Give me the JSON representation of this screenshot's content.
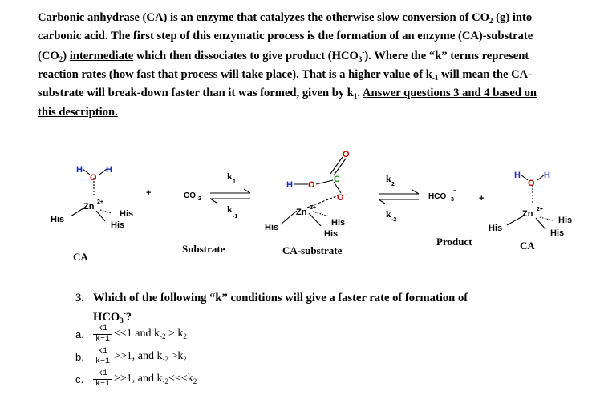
{
  "intro": {
    "t1": "Carbonic anhydrase (CA) is an enzyme that catalyzes the otherwise slow conversion of CO",
    "t1_sub": "2",
    "t2": " (g) into carbonic acid. The first step of this enzymatic process is the formation of an enzyme (CA)-substrate (CO",
    "t2_sub": "2",
    "t3": ") ",
    "t3_ul": "intermediate",
    "t4": " which then dissociates to give product (HCO",
    "t4_sub": "3",
    "t4_sup": "-",
    "t5": "). Where the “k” terms represent reaction rates (how fast that process will take place). That is a higher value of k",
    "t5_sub": "-1",
    "t6": " will mean the CA-substrate will break-down faster than it was formed, given by k",
    "t6_sub": "1",
    "t7": ". ",
    "t7_ul": "Answer questions 3 and 4 based on this description."
  },
  "scheme": {
    "H": "H",
    "O": "O",
    "C": "C",
    "Zn": "Zn",
    "Zn_charge": "2+",
    "His": "His",
    "plus": "+",
    "minus": "-",
    "CO2": "CO",
    "CO2_sub": "2",
    "HCO3": "HCO",
    "HCO3_sub": "3",
    "HCO3_sup": "−",
    "k": "k",
    "k1_sub": "1",
    "km1_sub": "-1",
    "k2_sub": "2",
    "km2_sub": "-2",
    "label_ca": "CA",
    "label_substrate": "Substrate",
    "label_ca_substrate": "CA-substrate",
    "label_product": "Product",
    "label_ca2": "CA"
  },
  "question": {
    "number": "3.",
    "text_line1": "Which of the following “k” conditions will give a faster rate of formation of",
    "text_line2": "HCO",
    "text_line2_sub": "3",
    "text_line2_sup": "-",
    "text_line2_end": "?"
  },
  "options": [
    {
      "letter": "a.",
      "num": "k1",
      "den": "k−1",
      "rest_a": "<<1 and k",
      "rest_sub1": "-2",
      "rest_b": " > k",
      "rest_sub2": "2"
    },
    {
      "letter": "b.",
      "num": "k1",
      "den": "k−1",
      "rest_a": ">>1, and k",
      "rest_sub1": "-2",
      "rest_b": " >k",
      "rest_sub2": "2"
    },
    {
      "letter": "c.",
      "num": "k1",
      "den": "k−1",
      "rest_a": ">>1, and k",
      "rest_sub1": "-2",
      "rest_b": "<<<k",
      "rest_sub2": "2"
    }
  ]
}
